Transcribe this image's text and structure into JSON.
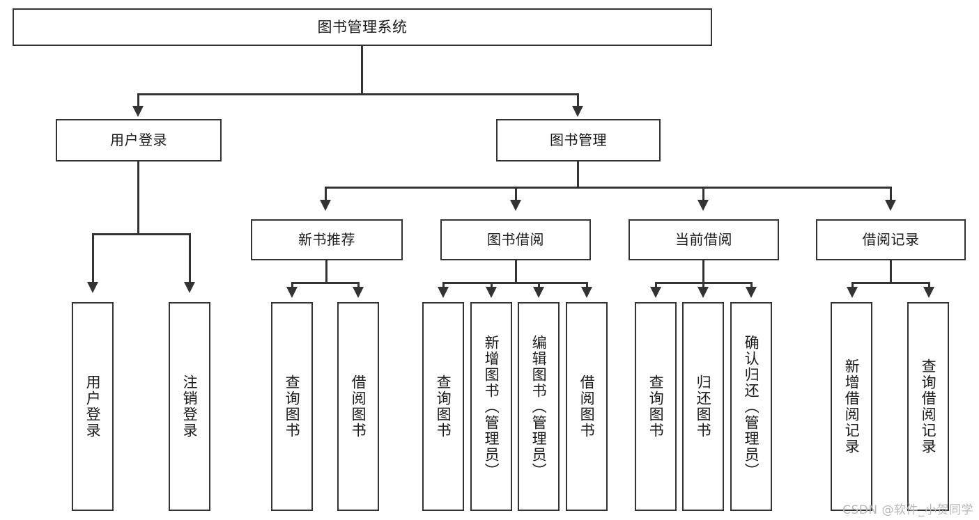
{
  "diagram": {
    "type": "tree",
    "title": "图书管理系统",
    "watermark": "CSDN @软件_小贺同学",
    "colors": {
      "line": "#333333",
      "box_border": "#333333",
      "background": "#ffffff",
      "text": "#1a1a1a",
      "watermark": "#b8b8b8"
    },
    "levels": 4
  },
  "root": {
    "label": "图书管理系统"
  },
  "branches": [
    {
      "label": "用户登录"
    },
    {
      "label": "图书管理"
    }
  ],
  "subs": [
    {
      "label": "新书推荐"
    },
    {
      "label": "图书借阅"
    },
    {
      "label": "当前借阅"
    },
    {
      "label": "借阅记录"
    }
  ],
  "leaves": {
    "user_login": [
      {
        "label": "用户登录"
      },
      {
        "label": "注销登录"
      }
    ],
    "new_book": [
      {
        "label": "查询图书"
      },
      {
        "label": "借阅图书"
      }
    ],
    "borrow_book": [
      {
        "label": "查询图书"
      },
      {
        "label": "新增图书（管理员）"
      },
      {
        "label": "编辑图书（管理员）"
      },
      {
        "label": "借阅图书"
      }
    ],
    "current_borrow": [
      {
        "label": "查询图书"
      },
      {
        "label": "归还图书"
      },
      {
        "label": "确认归还（管理员）"
      }
    ],
    "borrow_record": [
      {
        "label": "新增借阅记录"
      },
      {
        "label": "查询借阅记录"
      }
    ]
  }
}
